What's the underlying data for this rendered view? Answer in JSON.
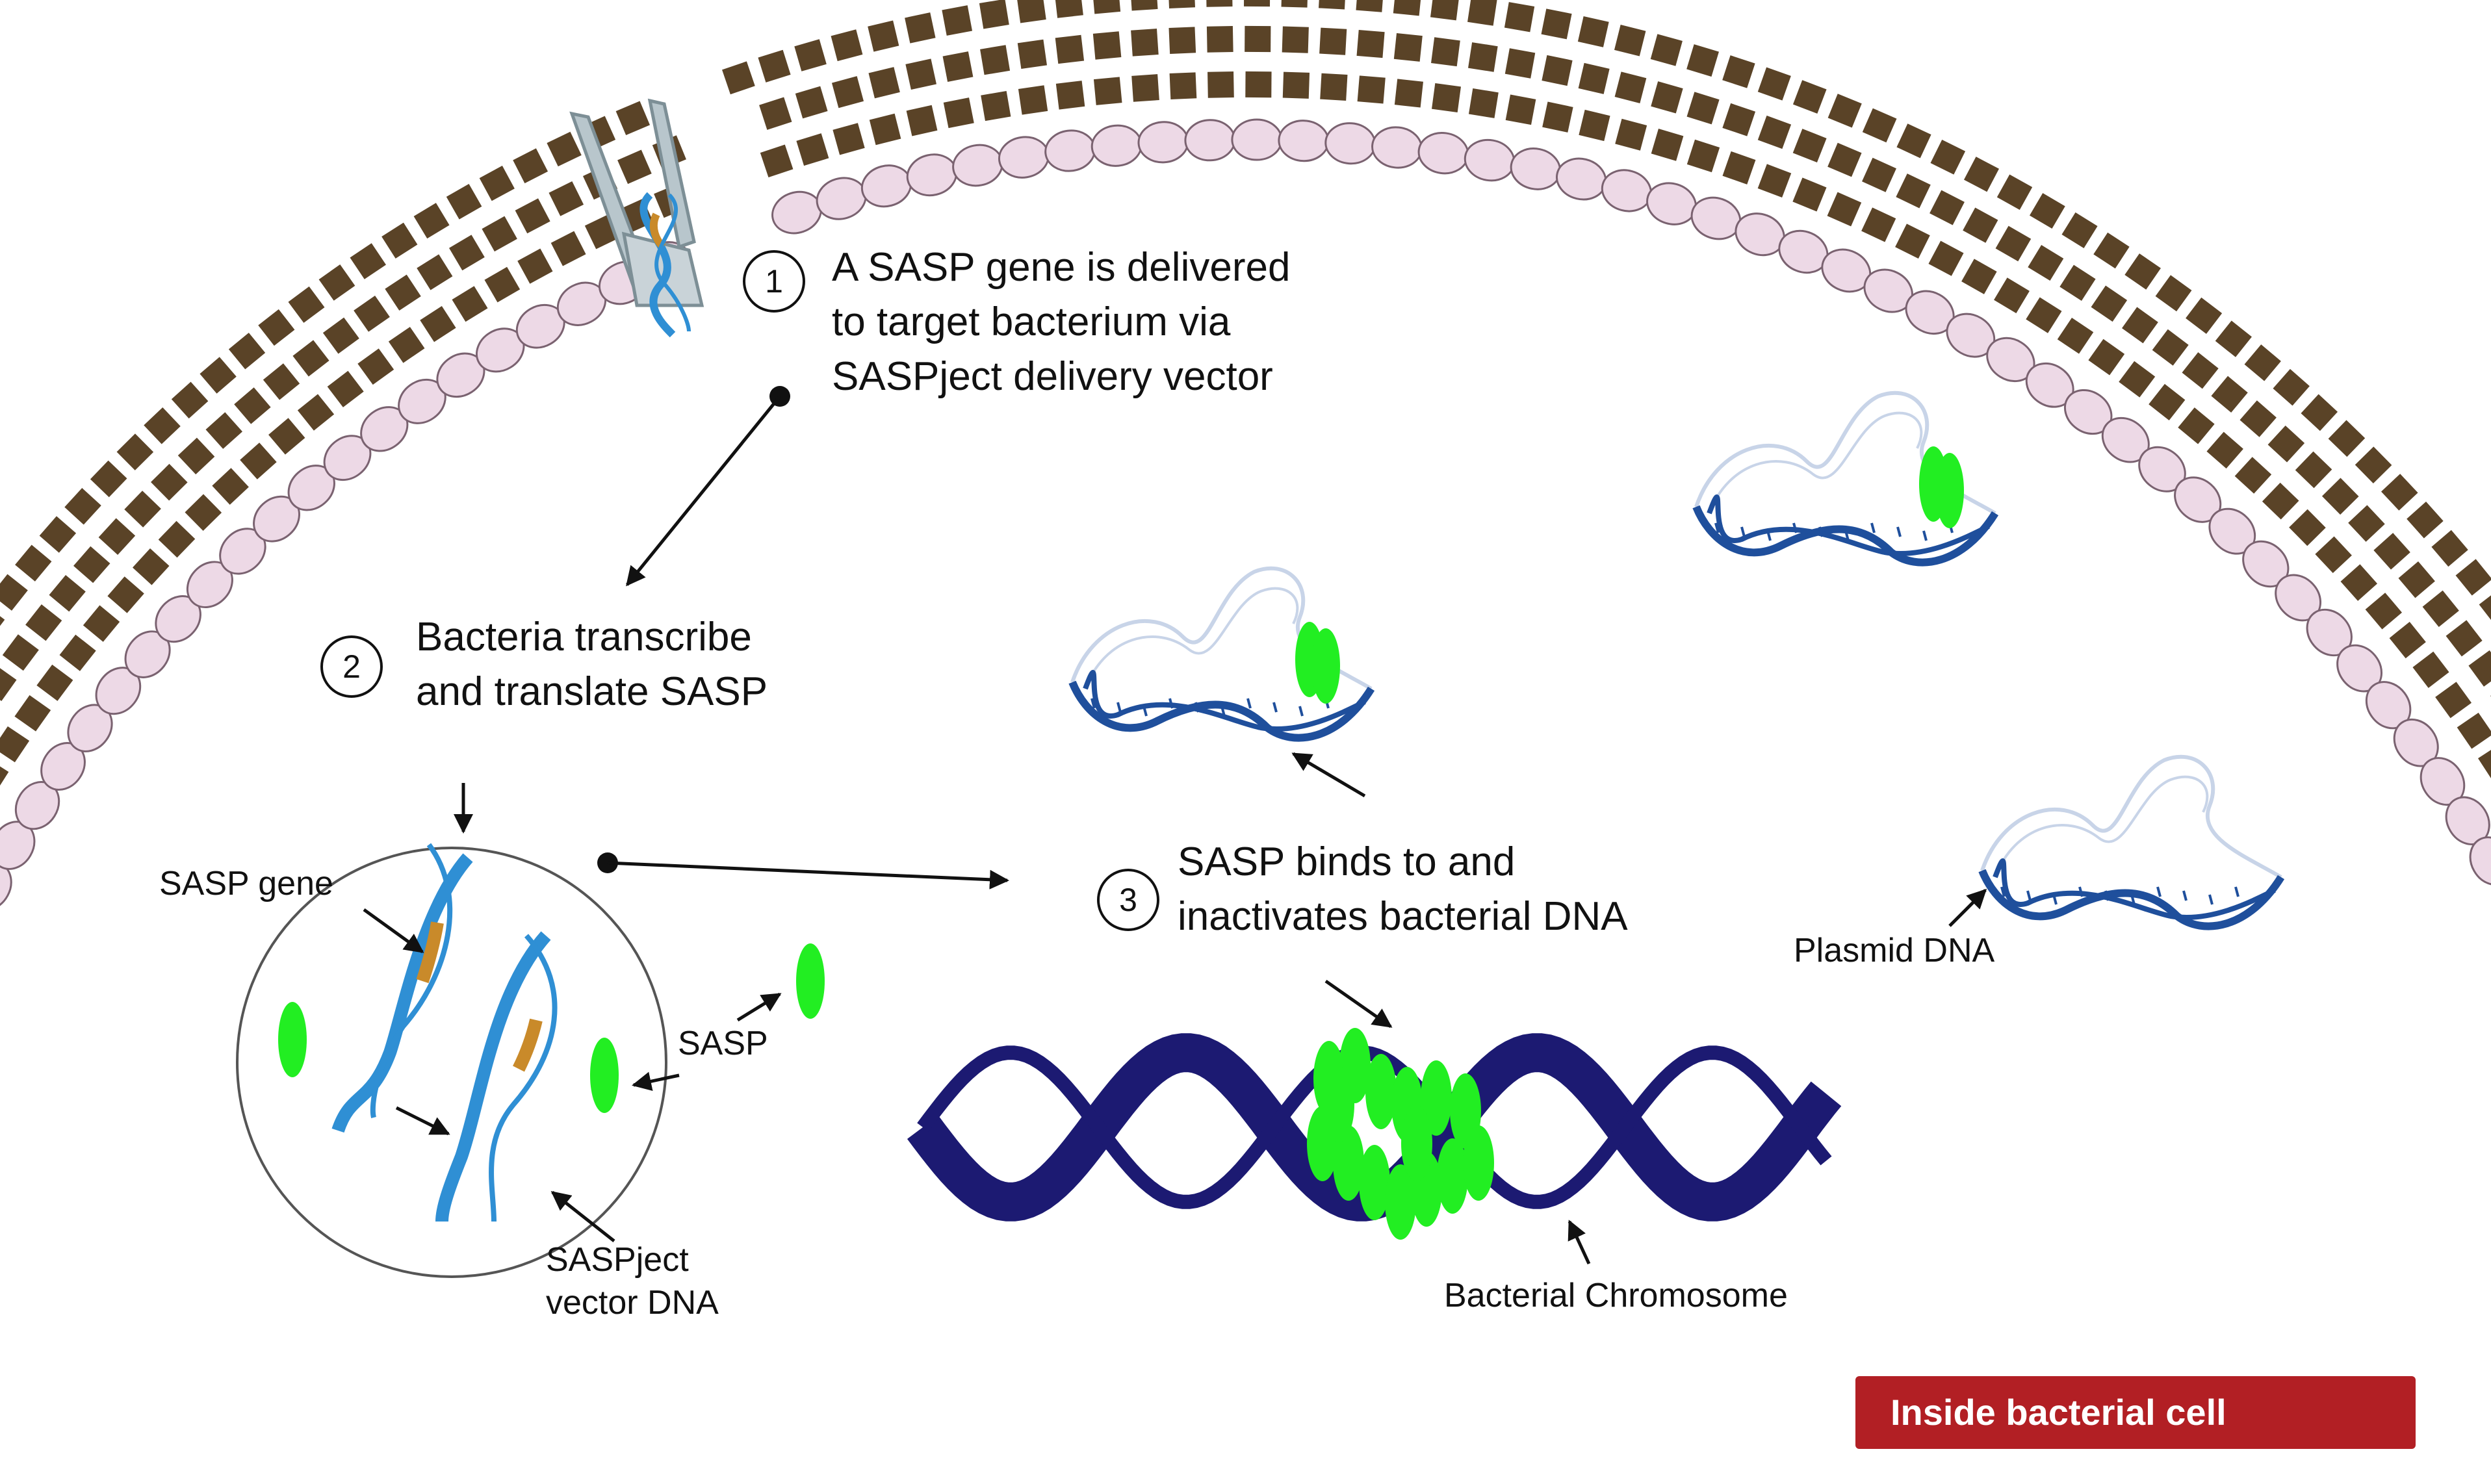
{
  "colors": {
    "cell_wall": "#5a4327",
    "membrane_fill": "#edd9e6",
    "membrane_stroke": "#7a6270",
    "sasp_green": "#22ee22",
    "vector_dna": "#2f8fd4",
    "sasp_gene": "#c98a2a",
    "plasmid_dark": "#1f4f9c",
    "plasmid_light": "#c8d4e8",
    "chromosome": "#1c1a72",
    "badge_red": "#b21f24",
    "text": "#111111"
  },
  "icons": {
    "membrane_unit": "membrane-lipid-icon",
    "wall_unit": "cell-wall-block-icon",
    "sasp": "sasp-protein-icon",
    "syringe": "delivery-vector-icon"
  },
  "steps": [
    {
      "number": "1",
      "lines": [
        "A SASP gene is delivered",
        "to target bacterium via",
        "SASPject delivery vector"
      ]
    },
    {
      "number": "2",
      "lines": [
        "Bacteria transcribe",
        "and translate SASP"
      ]
    },
    {
      "number": "3",
      "lines": [
        "SASP binds to and",
        "inactivates bacterial DNA"
      ]
    }
  ],
  "labels": {
    "sasp_gene": "SASP gene",
    "sasp": "SASP",
    "vector_dna": [
      "SASPject",
      "vector DNA"
    ],
    "plasmid_dna": "Plasmid DNA",
    "bacterial_chromosome": "Bacterial Chromosome"
  },
  "badge": {
    "text": "Inside bacterial cell"
  }
}
